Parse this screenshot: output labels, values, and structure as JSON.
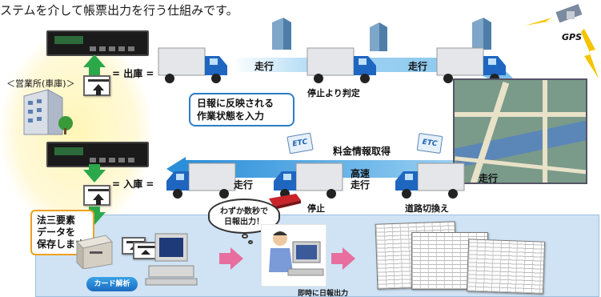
{
  "header": {
    "text": "ステムを介して帳票出力を行う仕組みです。"
  },
  "gps": {
    "label": "GPS"
  },
  "office": {
    "label": "＜営業所(車庫)＞"
  },
  "shukko": {
    "label": "= 出庫 ="
  },
  "nyuko": {
    "label": "= 入庫 ="
  },
  "route": {
    "drive1": "走行",
    "drive2": "走行",
    "stop_judge": "停止より判定",
    "toll_info": "料金情報取得",
    "highway": "高速\n走行",
    "drive3": "走行",
    "drive4": "走行",
    "stop": "停止",
    "road_switch": "道路切換え"
  },
  "callout": {
    "text": "日報に反映される\n作業状態を入力"
  },
  "legal": {
    "text": "法三要素\nデータを\n保存します"
  },
  "bubble": {
    "text": "わずか数秒で\n日報出力！"
  },
  "etc": {
    "label1": "ETC",
    "label2": "ETC"
  },
  "card_analysis": {
    "label": "カード解析"
  },
  "output": {
    "label": "即時に日報出力"
  },
  "colors": {
    "green": "#2ba84a",
    "blue": "#2b8ed8",
    "pink": "#e86ea0",
    "orange": "#f0a020"
  }
}
